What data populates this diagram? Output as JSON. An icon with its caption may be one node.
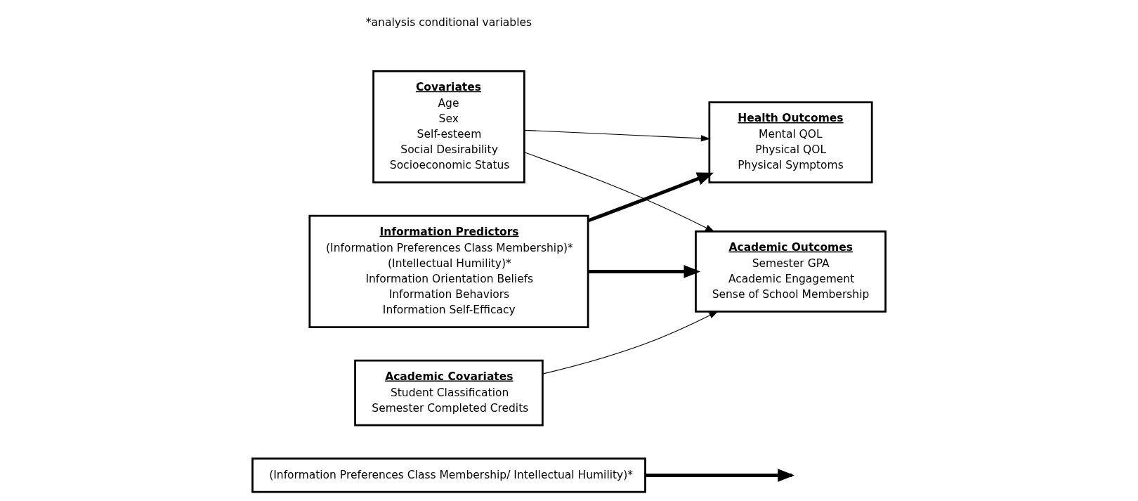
{
  "diagram": {
    "nodes": [
      {
        "text": [
          "(Information Preferences Class Membership/ Intellectual Humility)*"
        ]
      },
      {
        "text": [
          "Information Predictors",
          "(Information Preferences Class Membership)*",
          "(Intellectual Humility)*",
          "Information Orientation Beliefs",
          "Information Behaviors",
          "Information Self-Efficacy"
        ]
      },
      {
        "text": [
          "Health Outcomes",
          "Mental QOL",
          "Physical QOL",
          "Physical Symptoms"
        ]
      },
      {
        "text": [
          "Academic Outcomes",
          "Semester GPA",
          "Academic Engagement",
          "Sense of School Membership"
        ]
      },
      {
        "text": [
          "Covariates",
          "Age",
          "Sex",
          "Self-esteem",
          "Social Desirability",
          "Socioeconomic Status"
        ]
      },
      {
        "text": [
          "Academic Covariates",
          "Student Classification",
          "Semester Completed Credits"
        ]
      }
    ],
    "edges": [
      {
        "from": 1,
        "to": 2,
        "arrow": "to",
        "style": "thick"
      },
      {
        "from": 1,
        "to": 3,
        "arrow": "to",
        "style": "thick"
      },
      {
        "from": 0,
        "to": null,
        "arrow": "to",
        "style": "thick"
      },
      {
        "from": 4,
        "to": 2,
        "arrow": "to"
      },
      {
        "from": 4,
        "to": 3,
        "arrow": "to"
      },
      {
        "from": 5,
        "to": 3,
        "arrow": "to"
      }
    ],
    "labels": [
      "*analysis conditional variables"
    ]
  }
}
